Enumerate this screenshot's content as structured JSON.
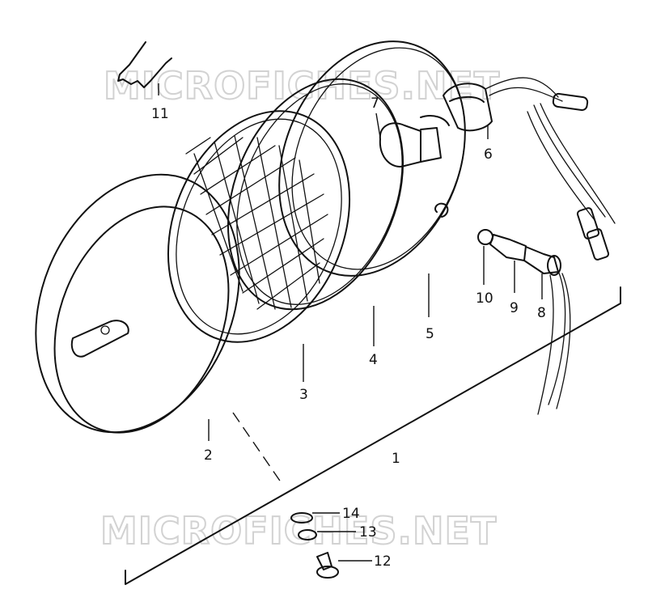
{
  "watermark": {
    "top": "MICROFICHES.NET",
    "bottom": "MICROFICHES.NET"
  },
  "callouts": [
    "1",
    "2",
    "3",
    "4",
    "5",
    "6",
    "7",
    "8",
    "9",
    "10",
    "11",
    "12",
    "13",
    "14"
  ],
  "colors": {
    "line": "#111111",
    "watermark": "#d2d2d2",
    "background": "#ffffff"
  }
}
